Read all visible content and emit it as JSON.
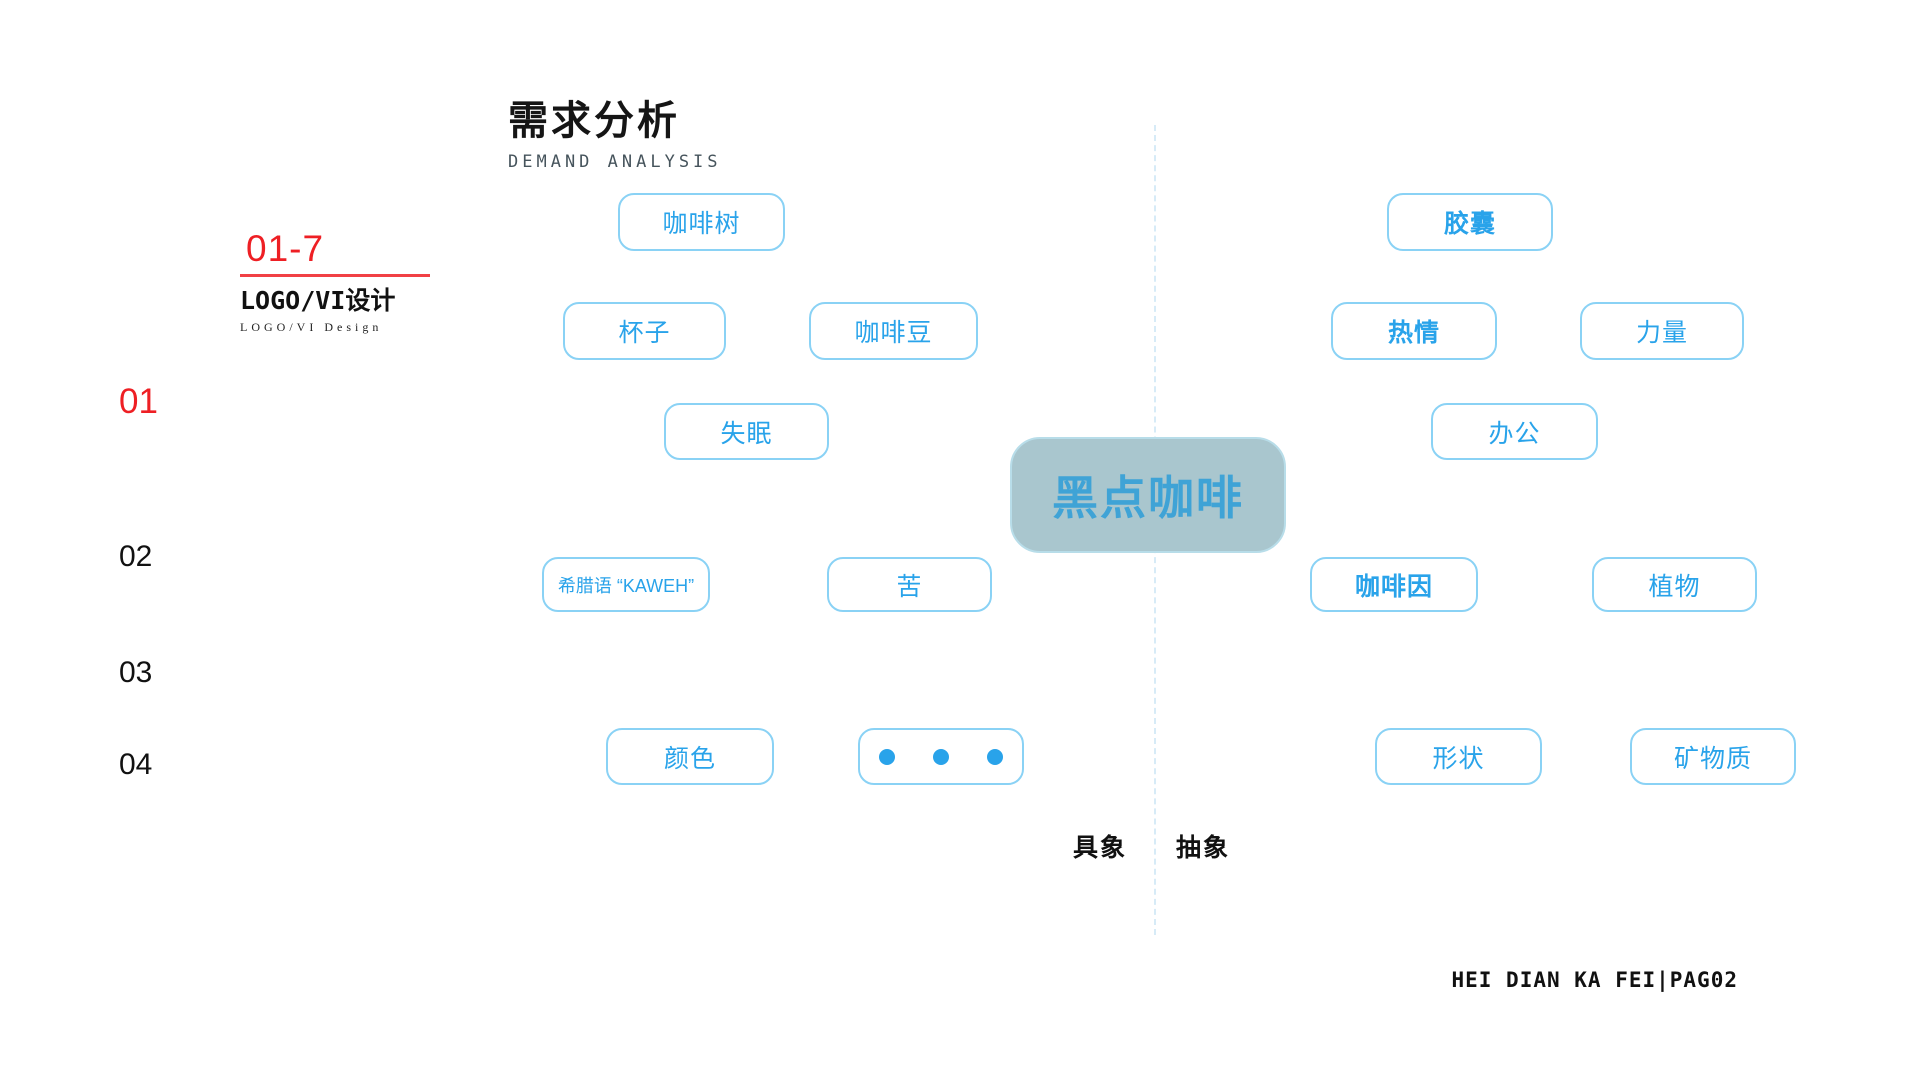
{
  "colors": {
    "accent_blue": "#29a3ea",
    "bubble_border": "#8ad2f5",
    "center_bg": "#a9c6ce",
    "center_text": "#3fa3d6",
    "accent_red": "#ee1f24",
    "divider_blue": "#d7ebf7",
    "subtitle_gray": "#46545c"
  },
  "header": {
    "title": "需求分析",
    "subtitle": "DEMAND ANALYSIS"
  },
  "section": {
    "code": "01-7",
    "title": "LOGO/VI设计",
    "subtitle": "LOGO/VI Design"
  },
  "nav_numbers": [
    {
      "label": "01",
      "active": true
    },
    {
      "label": "02",
      "active": false
    },
    {
      "label": "03",
      "active": false
    },
    {
      "label": "04",
      "active": false
    }
  ],
  "mindmap": {
    "center_label": "黑点咖啡",
    "concrete_nodes": [
      {
        "label": "咖啡树",
        "bold": false
      },
      {
        "label": "杯子",
        "bold": false
      },
      {
        "label": "咖啡豆",
        "bold": false
      },
      {
        "label": "失眠",
        "bold": false
      },
      {
        "label": "希腊语 “KAWEH”",
        "bold": false
      },
      {
        "label": "苦",
        "bold": false
      },
      {
        "label": "颜色",
        "bold": false
      }
    ],
    "ellipsis_node": {
      "icon": "three-dots"
    },
    "abstract_nodes": [
      {
        "label": "胶囊",
        "bold": true
      },
      {
        "label": "热情",
        "bold": true
      },
      {
        "label": "力量",
        "bold": false
      },
      {
        "label": "办公",
        "bold": false
      },
      {
        "label": "咖啡因",
        "bold": true
      },
      {
        "label": "植物",
        "bold": false
      },
      {
        "label": "形状",
        "bold": false
      },
      {
        "label": "矿物质",
        "bold": false
      }
    ],
    "axis_labels": {
      "left": "具象",
      "right": "抽象"
    }
  },
  "footer": {
    "text": "HEI DIAN KA FEI|PAG02"
  }
}
